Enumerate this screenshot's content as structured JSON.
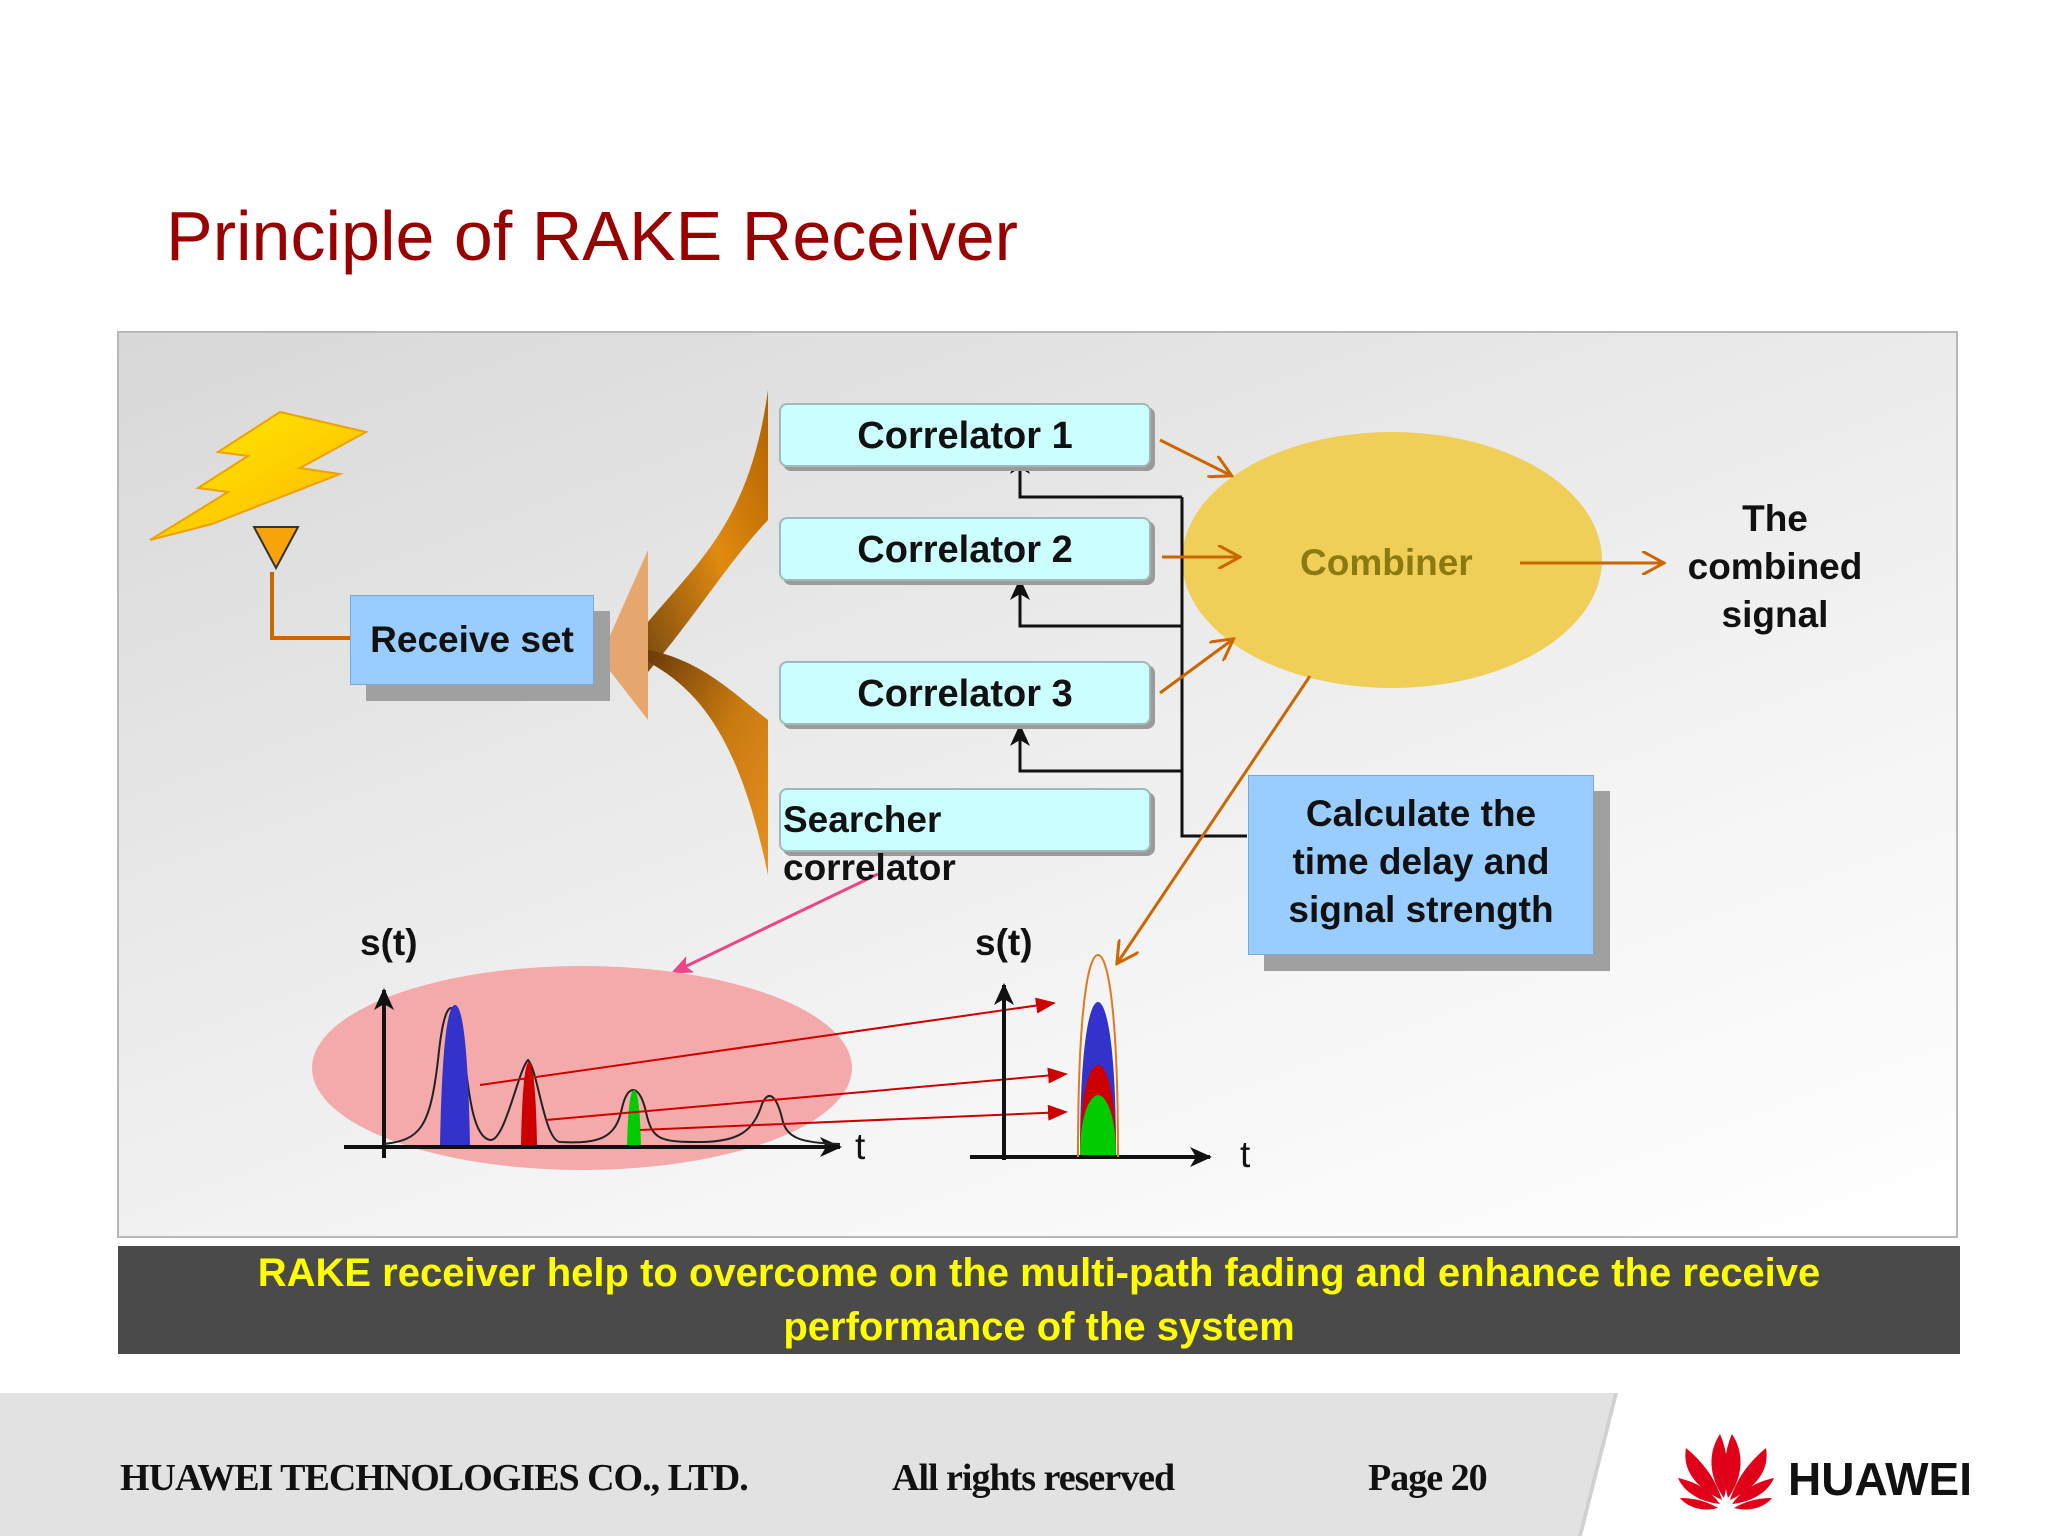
{
  "title": "Principle of RAKE Receiver",
  "diagram": {
    "receive_set": "Receive set",
    "correlators": [
      "Correlator 1",
      "Correlator 2",
      "Correlator 3"
    ],
    "searcher": [
      "Searcher",
      "correlator"
    ],
    "combiner": "Combiner",
    "combined_signal": [
      "The",
      "combined",
      "signal"
    ],
    "calculate": [
      "Calculate the",
      "time delay and",
      "signal strength"
    ],
    "plot_left": {
      "ylabel": "s(t)",
      "xlabel": "t"
    },
    "plot_right": {
      "ylabel": "s(t)",
      "xlabel": "t"
    }
  },
  "colors": {
    "title": "#990000",
    "banner_text": "#ffff00",
    "path1": "#3333cc",
    "path2": "#cc0000",
    "path3": "#00cc00",
    "arrow": "#cc6600"
  },
  "banner": [
    "RAKE receiver help to overcome on the multi-path fading and enhance the receive",
    "performance of the system"
  ],
  "footer": {
    "company": "HUAWEI TECHNOLOGIES CO., LTD.",
    "rights": "All rights reserved",
    "page": "Page 20",
    "brand": "HUAWEI"
  }
}
